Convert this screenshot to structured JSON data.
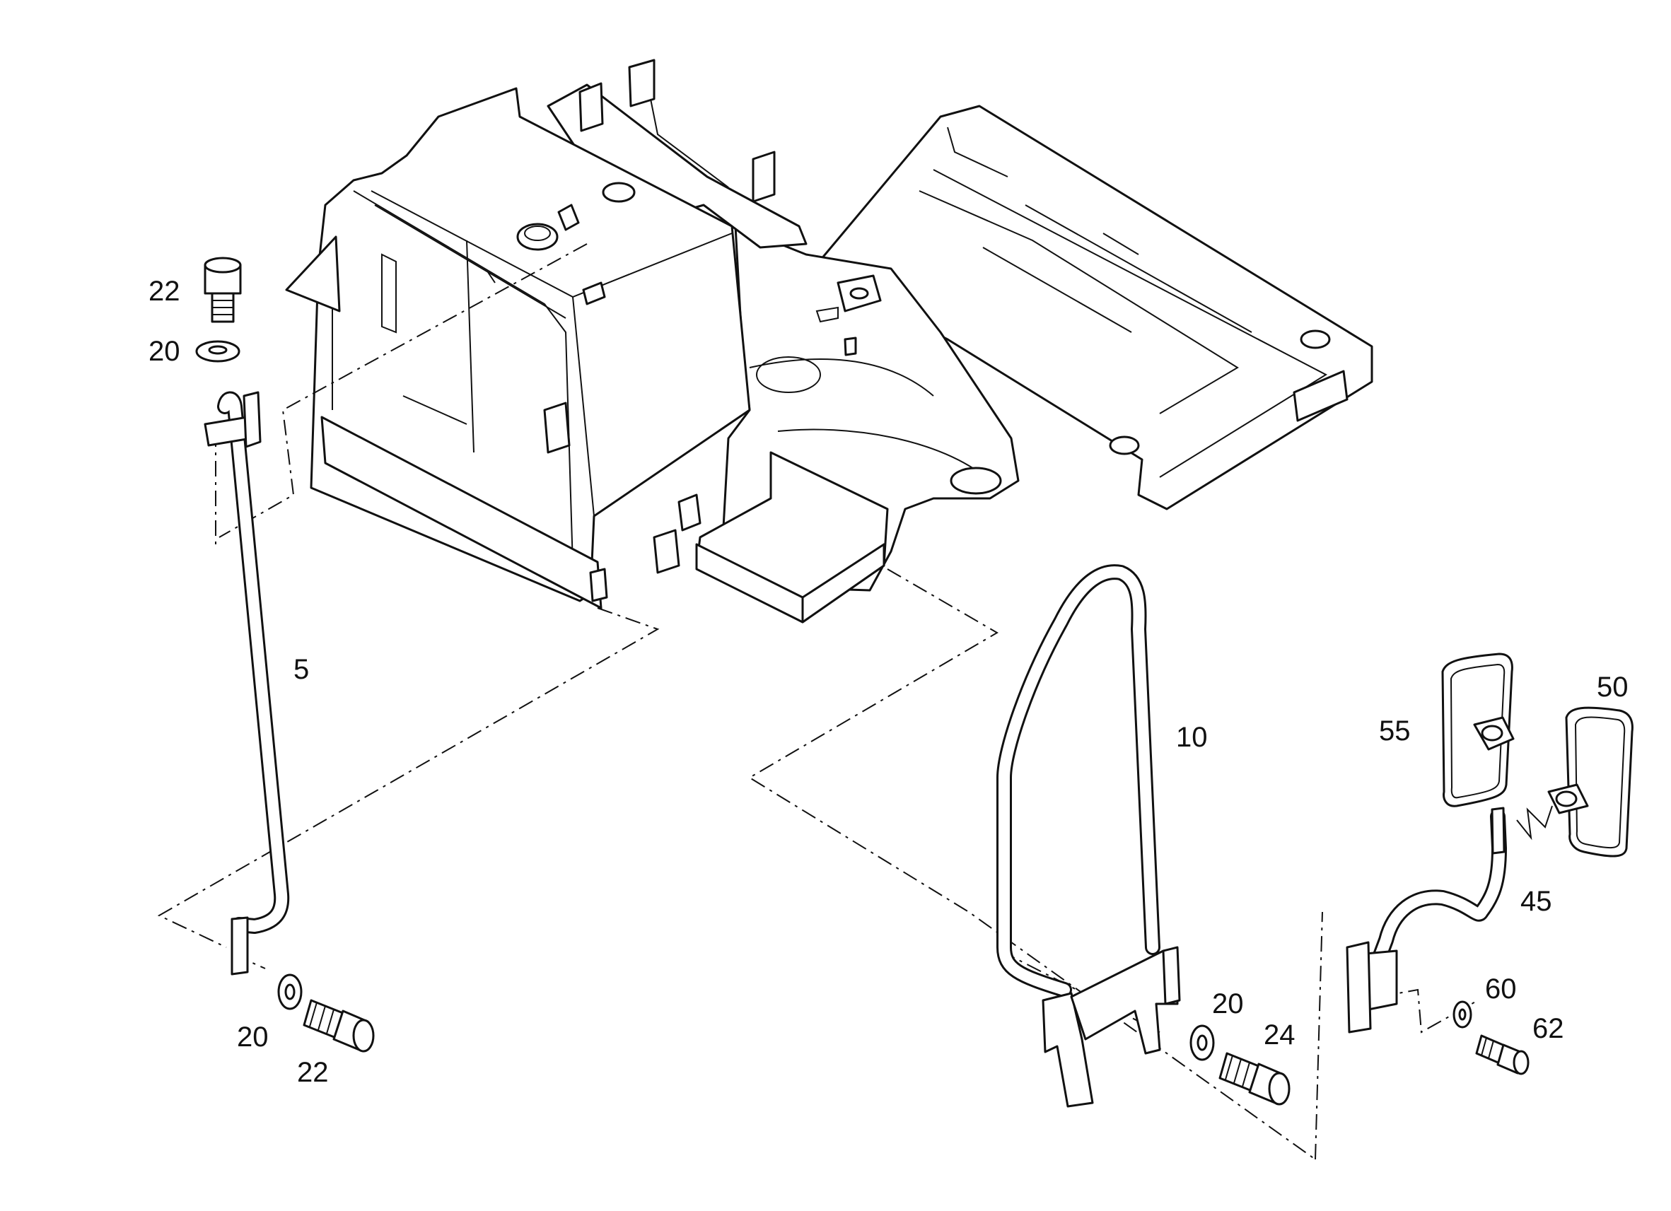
{
  "callouts": {
    "c22_top": "22",
    "c20_top": "20",
    "c5": "5",
    "c20_bl": "20",
    "c22_bl": "22",
    "c10": "10",
    "c20_br": "20",
    "c24": "24",
    "c55": "55",
    "c50": "50",
    "c45": "45",
    "c60": "60",
    "c62": "62"
  },
  "colors": {
    "line": "#111111",
    "background": "#ffffff"
  }
}
